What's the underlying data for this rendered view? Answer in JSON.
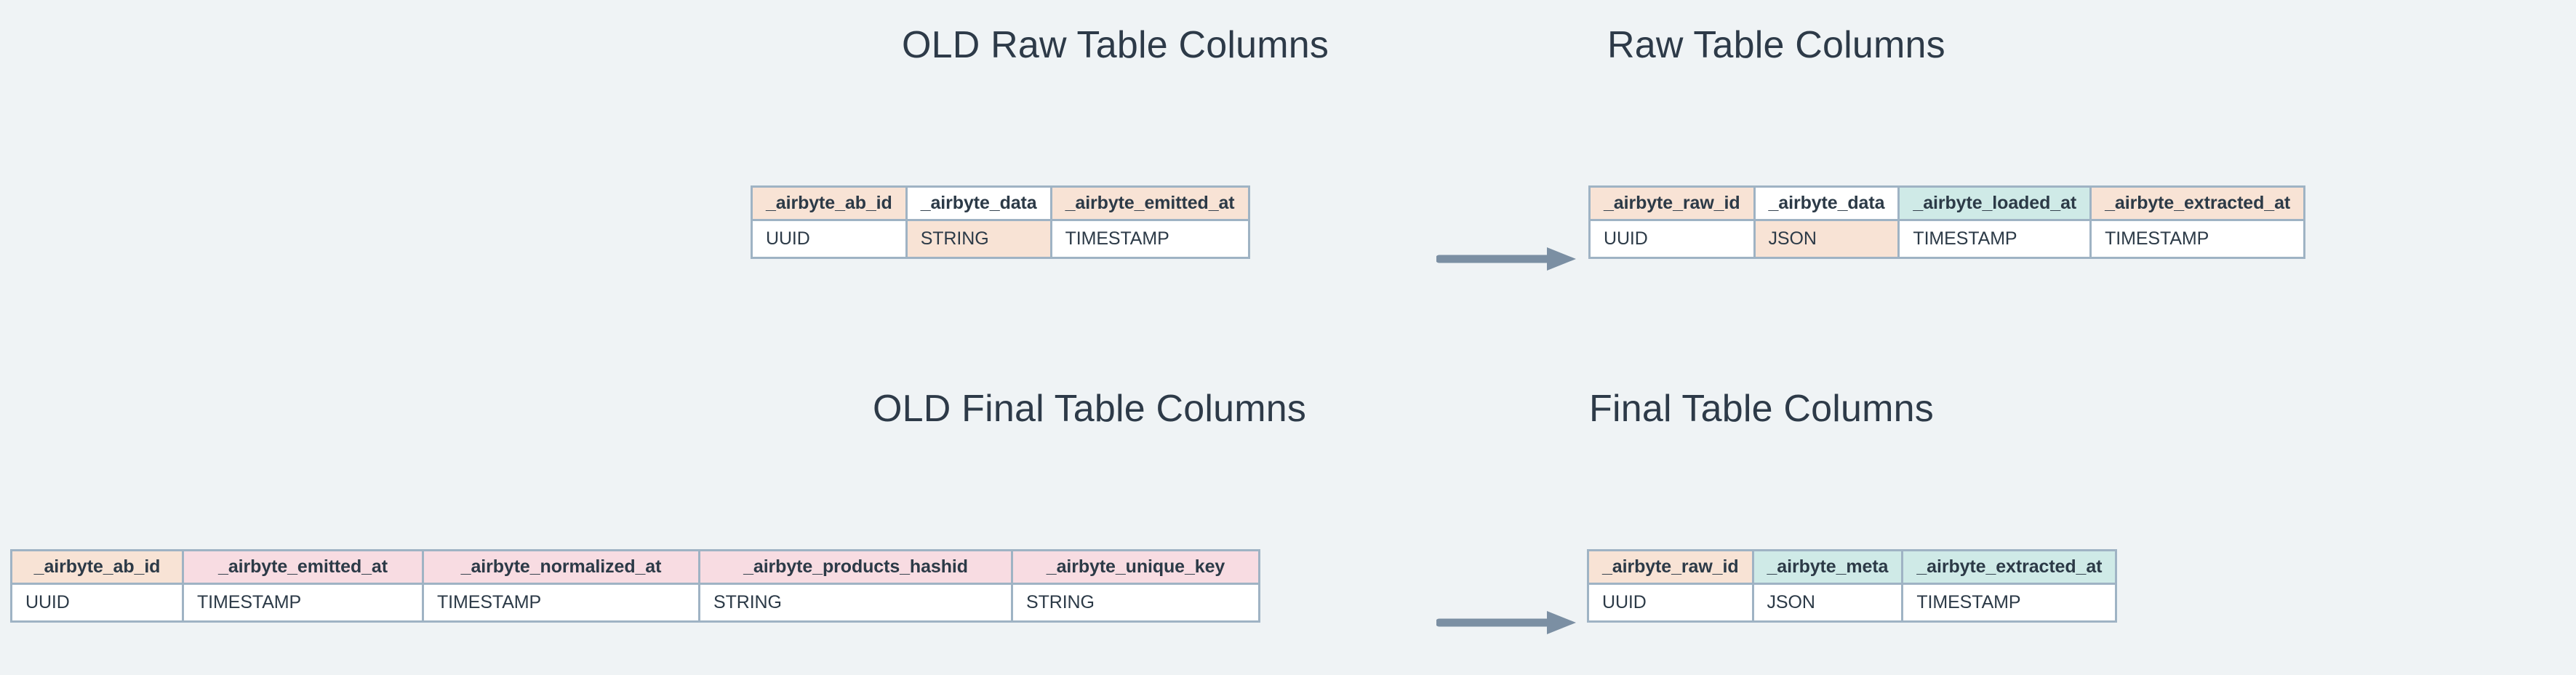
{
  "page": {
    "background_color": "#eff3f5",
    "text_color": "#2d3a48",
    "border_color": "#9fb3c4",
    "arrow_color": "#7b8fa3"
  },
  "palette": {
    "peach": "#f8e3d5",
    "mint": "#cfeae7",
    "pink": "#f8dce2",
    "white": "#ffffff"
  },
  "titles": {
    "old_raw": "OLD Raw Table Columns",
    "new_raw": "Raw Table Columns",
    "old_final": "OLD Final Table Columns",
    "new_final": "Final Table Columns"
  },
  "arrows": {
    "raw": "arrow-right",
    "final": "arrow-right"
  },
  "tables": {
    "old_raw": {
      "title": "OLD Raw Table Columns",
      "columns": [
        "_airbyte_ab_id",
        "_airbyte_data",
        "_airbyte_emitted_at"
      ],
      "types": [
        "UUID",
        "STRING",
        "TIMESTAMP"
      ],
      "header_fills": [
        "peach",
        "white",
        "peach"
      ],
      "type_fills": [
        "white",
        "peach",
        "white"
      ]
    },
    "new_raw": {
      "title": "Raw Table Columns",
      "columns": [
        "_airbyte_raw_id",
        "_airbyte_data",
        "_airbyte_loaded_at",
        "_airbyte_extracted_at"
      ],
      "types": [
        "UUID",
        "JSON",
        "TIMESTAMP",
        "TIMESTAMP"
      ],
      "header_fills": [
        "peach",
        "white",
        "mint",
        "peach"
      ],
      "type_fills": [
        "white",
        "peach",
        "white",
        "white"
      ]
    },
    "old_final": {
      "title": "OLD Final Table Columns",
      "columns": [
        "_airbyte_ab_id",
        "_airbyte_emitted_at",
        "_airbyte_normalized_at",
        "_airbyte_products_hashid",
        "_airbyte_unique_key"
      ],
      "types": [
        "UUID",
        "TIMESTAMP",
        "TIMESTAMP",
        "STRING",
        "STRING"
      ],
      "header_fills": [
        "peach",
        "pink",
        "pink",
        "pink",
        "pink"
      ],
      "type_fills": [
        "white",
        "white",
        "white",
        "white",
        "white"
      ]
    },
    "new_final": {
      "title": "Final Table Columns",
      "columns": [
        "_airbyte_raw_id",
        "_airbyte_meta",
        "_airbyte_extracted_at"
      ],
      "types": [
        "UUID",
        "JSON",
        "TIMESTAMP"
      ],
      "header_fills": [
        "peach",
        "mint",
        "mint"
      ],
      "type_fills": [
        "white",
        "white",
        "white"
      ]
    }
  }
}
